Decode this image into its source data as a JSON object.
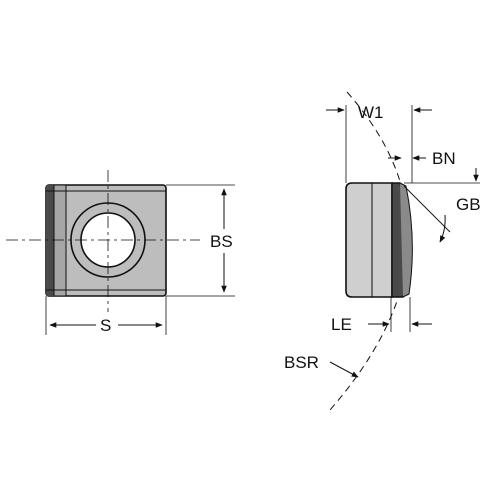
{
  "labels": {
    "w1": "W1",
    "bn": "BN",
    "gb": "GB",
    "bs": "BS",
    "s": "S",
    "le": "LE",
    "bsr": "BSR"
  },
  "colors": {
    "insert_light": "#bdbdbd",
    "insert_mid": "#a6a6a6",
    "insert_dark": "#4a4a4a",
    "insert_side": "#cfcfcf",
    "line": "#111111"
  }
}
